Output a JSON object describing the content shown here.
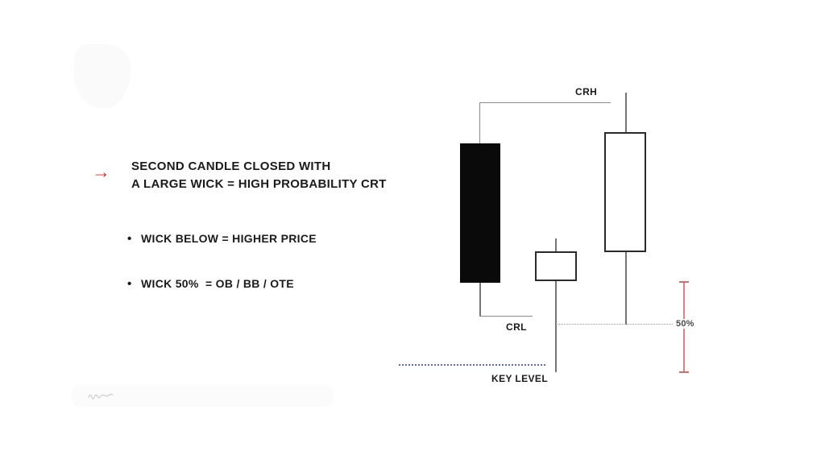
{
  "slide": {
    "background": "#ffffff",
    "notes": {
      "arrow_icon": "→",
      "heading_line1": "SECOND CANDLE CLOSED WITH",
      "heading_line2": "A LARGE WICK = HIGH PROBABILITY CRT",
      "bullet_icon": "•",
      "bullets": [
        {
          "label": "WICK BELOW = HIGHER PRICE"
        },
        {
          "label": "WICK 50%  = OB / BB / OTE"
        }
      ]
    },
    "diagram": {
      "type": "candlestick-annotation",
      "labels": {
        "candle_range_high": "CRH",
        "candle_range_low": "CRL",
        "key_level": "KEY LEVEL",
        "retracement": "50%"
      },
      "candles": [
        {
          "name": "first-candle",
          "style": "bearish-filled-black",
          "note": "large body, wick to CRH above and CRL below"
        },
        {
          "name": "second-candle",
          "style": "small-body-hollow",
          "note": "long lower wick sweeping below KEY LEVEL"
        },
        {
          "name": "third-candle",
          "style": "bullish-hollow",
          "note": "lower wick retraces to 50% of range"
        }
      ],
      "colors": {
        "bearish_fill": "#0a0a0a",
        "candle_border": "#2b2b2b",
        "wick_gray": "#757575",
        "bracket_gray": "#8c8c8c",
        "dotted_gray": "#9c9c9c",
        "key_level_blue": "#5a68d8",
        "measure_red": "#e57f7f",
        "arrow_red": "#e02428",
        "text_dark": "#1b1b1b"
      }
    }
  }
}
